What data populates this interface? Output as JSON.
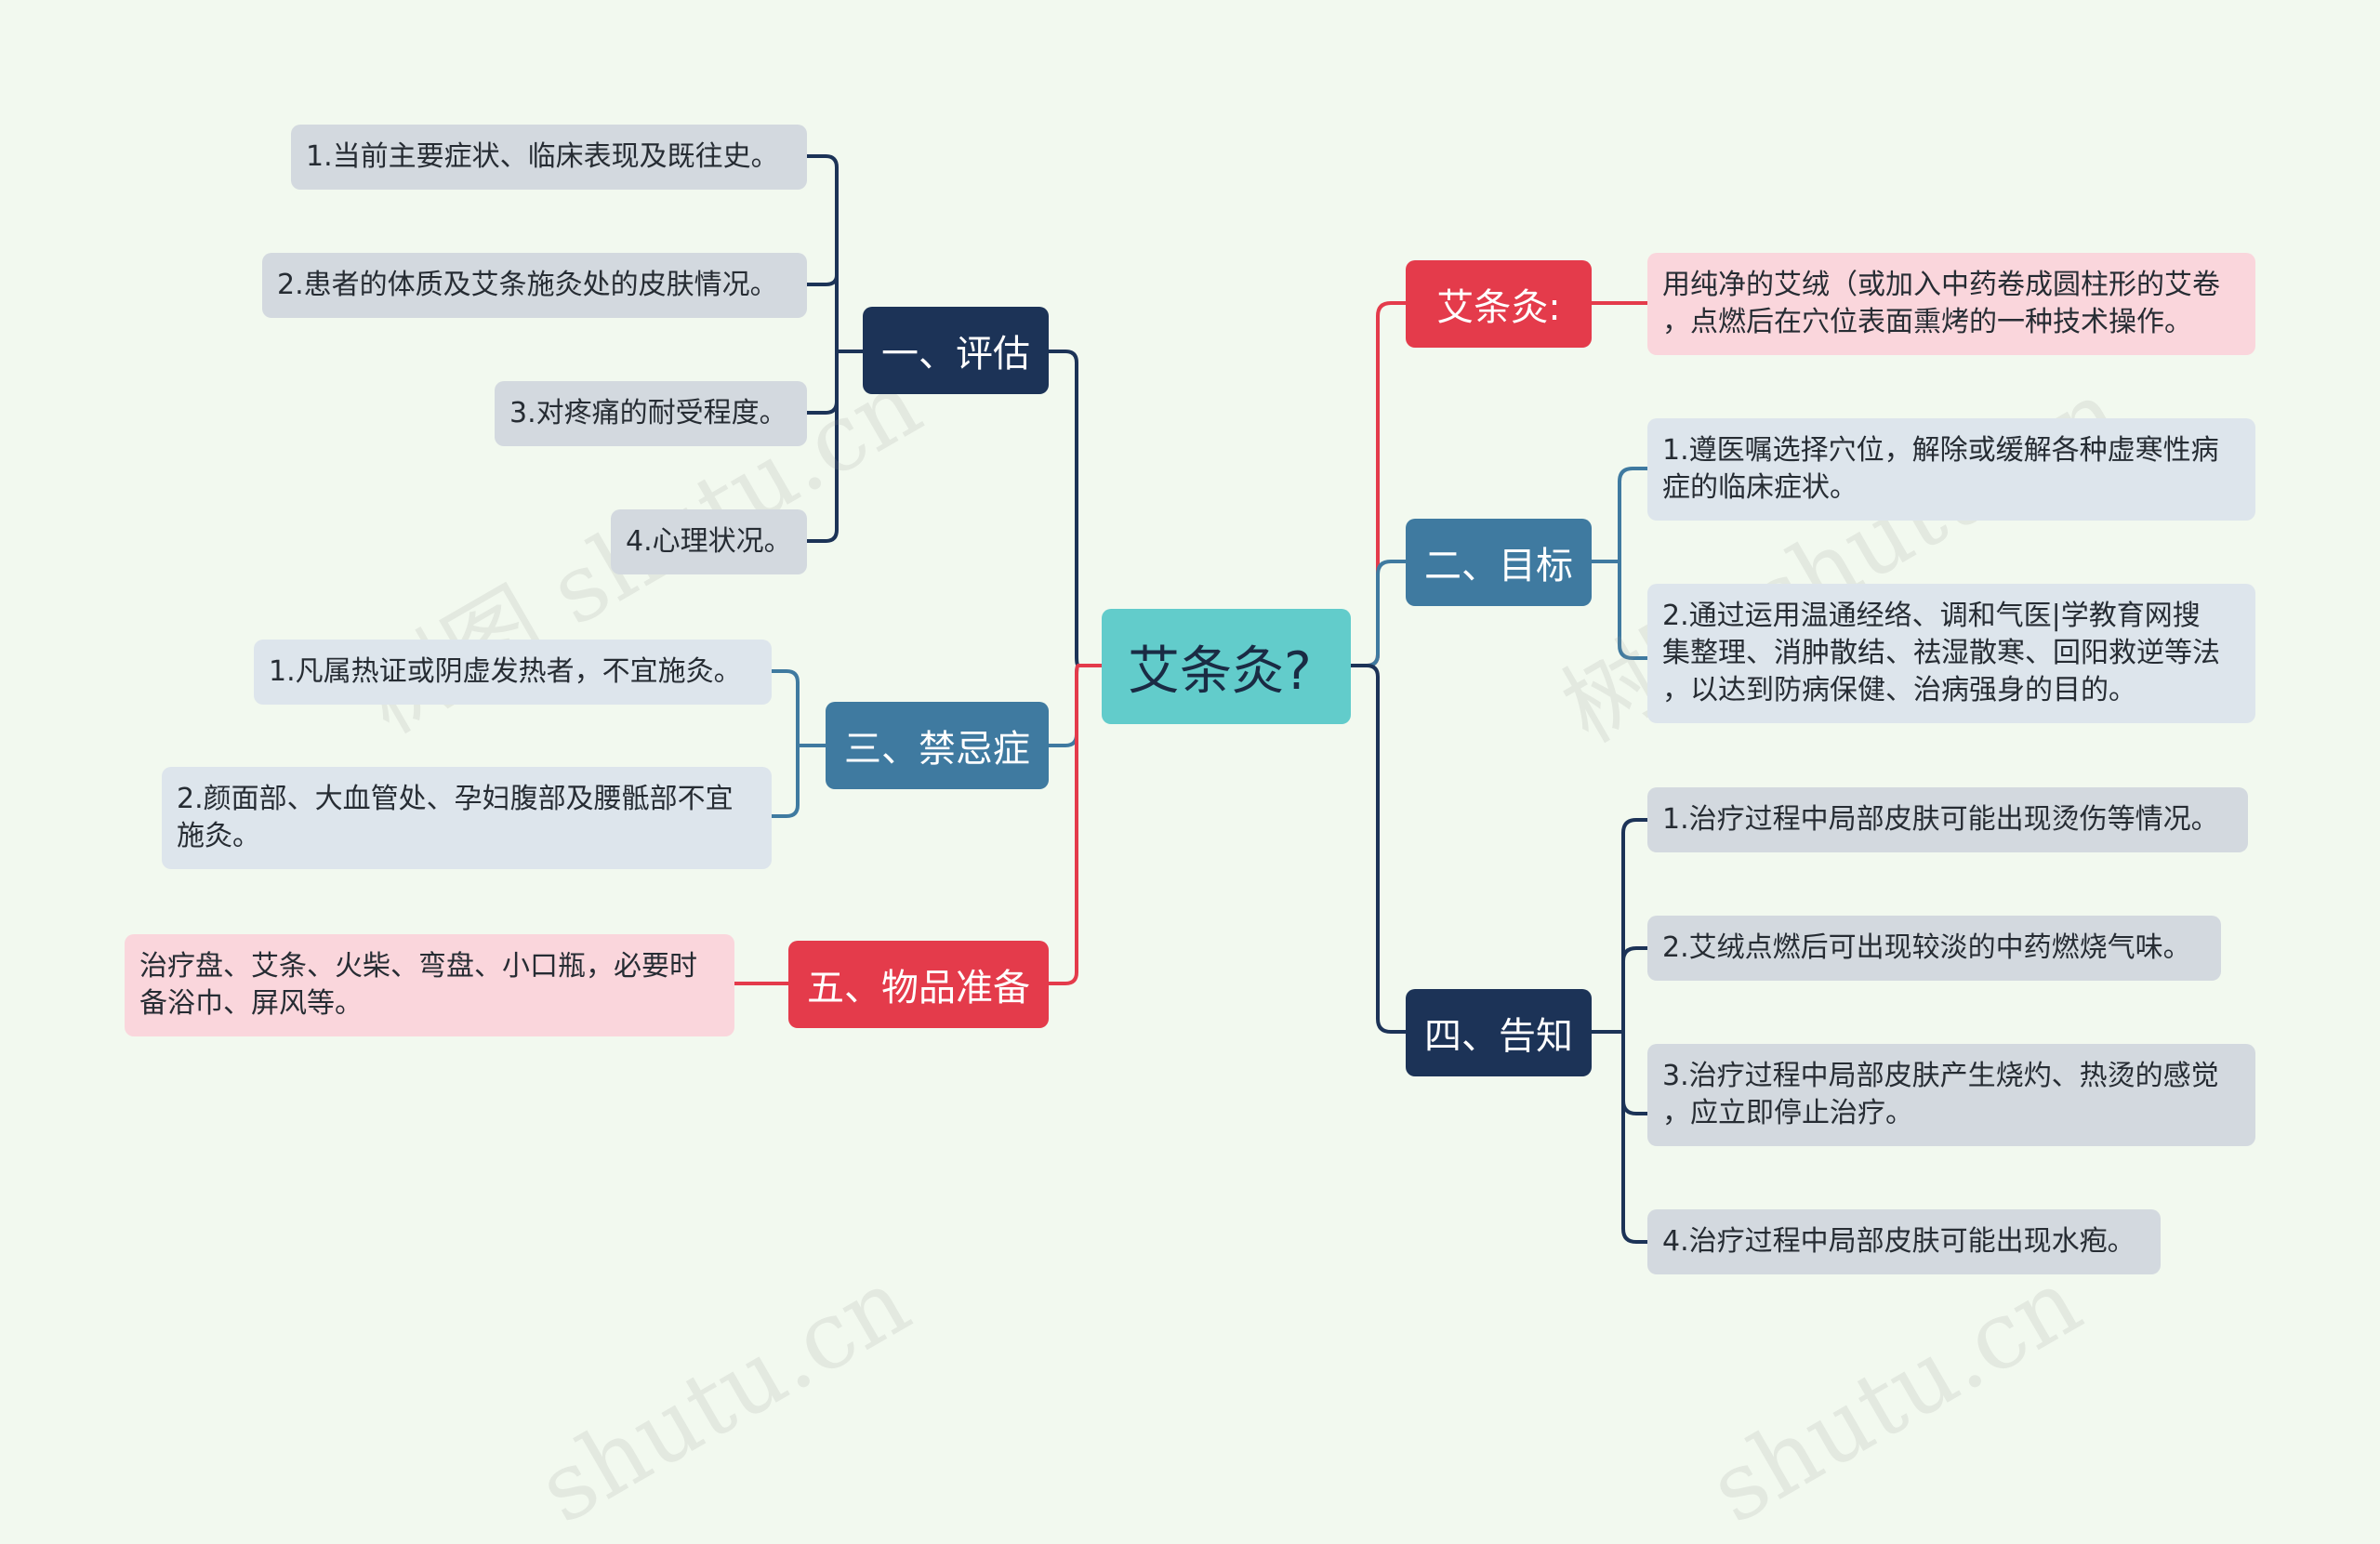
{
  "center": {
    "label": "艾条灸?"
  },
  "branches": {
    "assess": {
      "label": "一、评估",
      "items": [
        "1.当前主要症状、临床表现及既往史。",
        "2.患者的体质及艾条施灸处的皮肤情况。",
        "3.对疼痛的耐受程度。",
        "4.心理状况。"
      ]
    },
    "contra": {
      "label": "三、禁忌症",
      "items": [
        "1.凡属热证或阴虚发热者，不宜施灸。",
        "2.颜面部、大血管处、孕妇腹部及腰骶部不宜\n施灸。"
      ]
    },
    "supplies": {
      "label": "五、物品准备",
      "items": [
        "治疗盘、艾条、火柴、弯盘、小口瓶，必要时\n备浴巾、屏风等。"
      ]
    },
    "definition": {
      "label": "艾条灸:",
      "items": [
        "用纯净的艾绒（或加入中药卷成圆柱形的艾卷\n，点燃后在穴位表面熏烤的一种技术操作。"
      ]
    },
    "goal": {
      "label": "二、目标",
      "items": [
        "1.遵医嘱选择穴位，解除或缓解各种虚寒性病\n症的临床症状。",
        "2.通过运用温通经络、调和气医|学教育网搜\n集整理、消肿散结、祛湿散寒、回阳救逆等法\n，以达到防病保健、治病强身的目的。"
      ]
    },
    "inform": {
      "label": "四、告知",
      "items": [
        "1.治疗过程中局部皮肤可能出现烫伤等情况。",
        "2.艾绒点燃后可出现较淡的中药燃烧气味。",
        "3.治疗过程中局部皮肤产生烧灼、热烫的感觉\n，应立即停止治疗。",
        "4.治疗过程中局部皮肤可能出现水疱。"
      ]
    }
  },
  "watermarks": [
    "树图 shutu.cn",
    "树图 shutu.cn",
    "shutu.cn",
    "shutu.cn"
  ],
  "colors": {
    "navy": "#1c3357",
    "steel": "#3f7aa0",
    "red": "#e43b4b",
    "center": "#62cccb",
    "background": "#f2f9ef"
  }
}
